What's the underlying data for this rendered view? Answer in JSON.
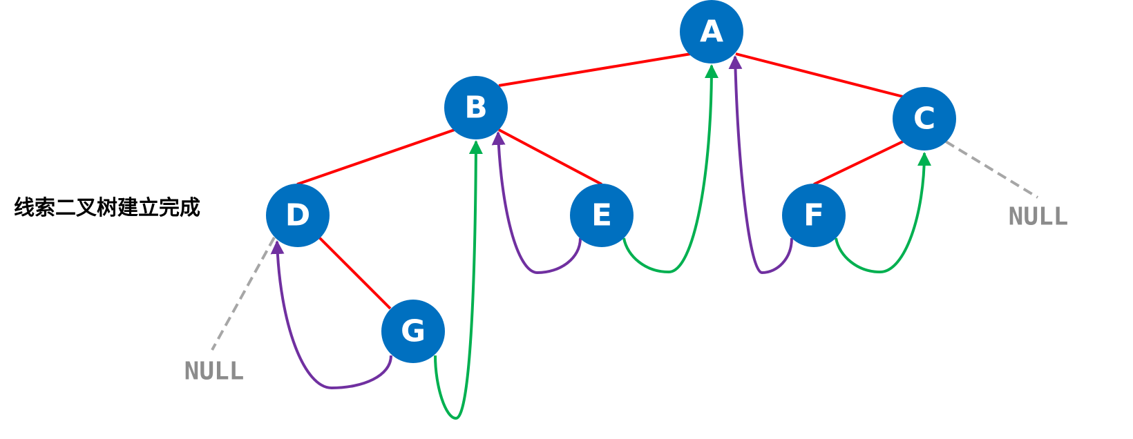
{
  "caption": "线索二叉树建立完成",
  "nodes": [
    {
      "id": "A",
      "label": "A"
    },
    {
      "id": "B",
      "label": "B"
    },
    {
      "id": "C",
      "label": "C"
    },
    {
      "id": "D",
      "label": "D"
    },
    {
      "id": "E",
      "label": "E"
    },
    {
      "id": "F",
      "label": "F"
    },
    {
      "id": "G",
      "label": "G"
    }
  ],
  "null_left_label": "NULL",
  "null_right_label": "NULL",
  "edges": [
    [
      "A",
      "B"
    ],
    [
      "A",
      "C"
    ],
    [
      "B",
      "D"
    ],
    [
      "B",
      "E"
    ],
    [
      "C",
      "F"
    ],
    [
      "D",
      "G"
    ]
  ],
  "colors": {
    "node_fill": "#0070c0",
    "tree_edge": "#ff0000",
    "predecessor_thread": "#7030a0",
    "successor_thread": "#00b050",
    "null_thread": "#a6a6a6"
  }
}
